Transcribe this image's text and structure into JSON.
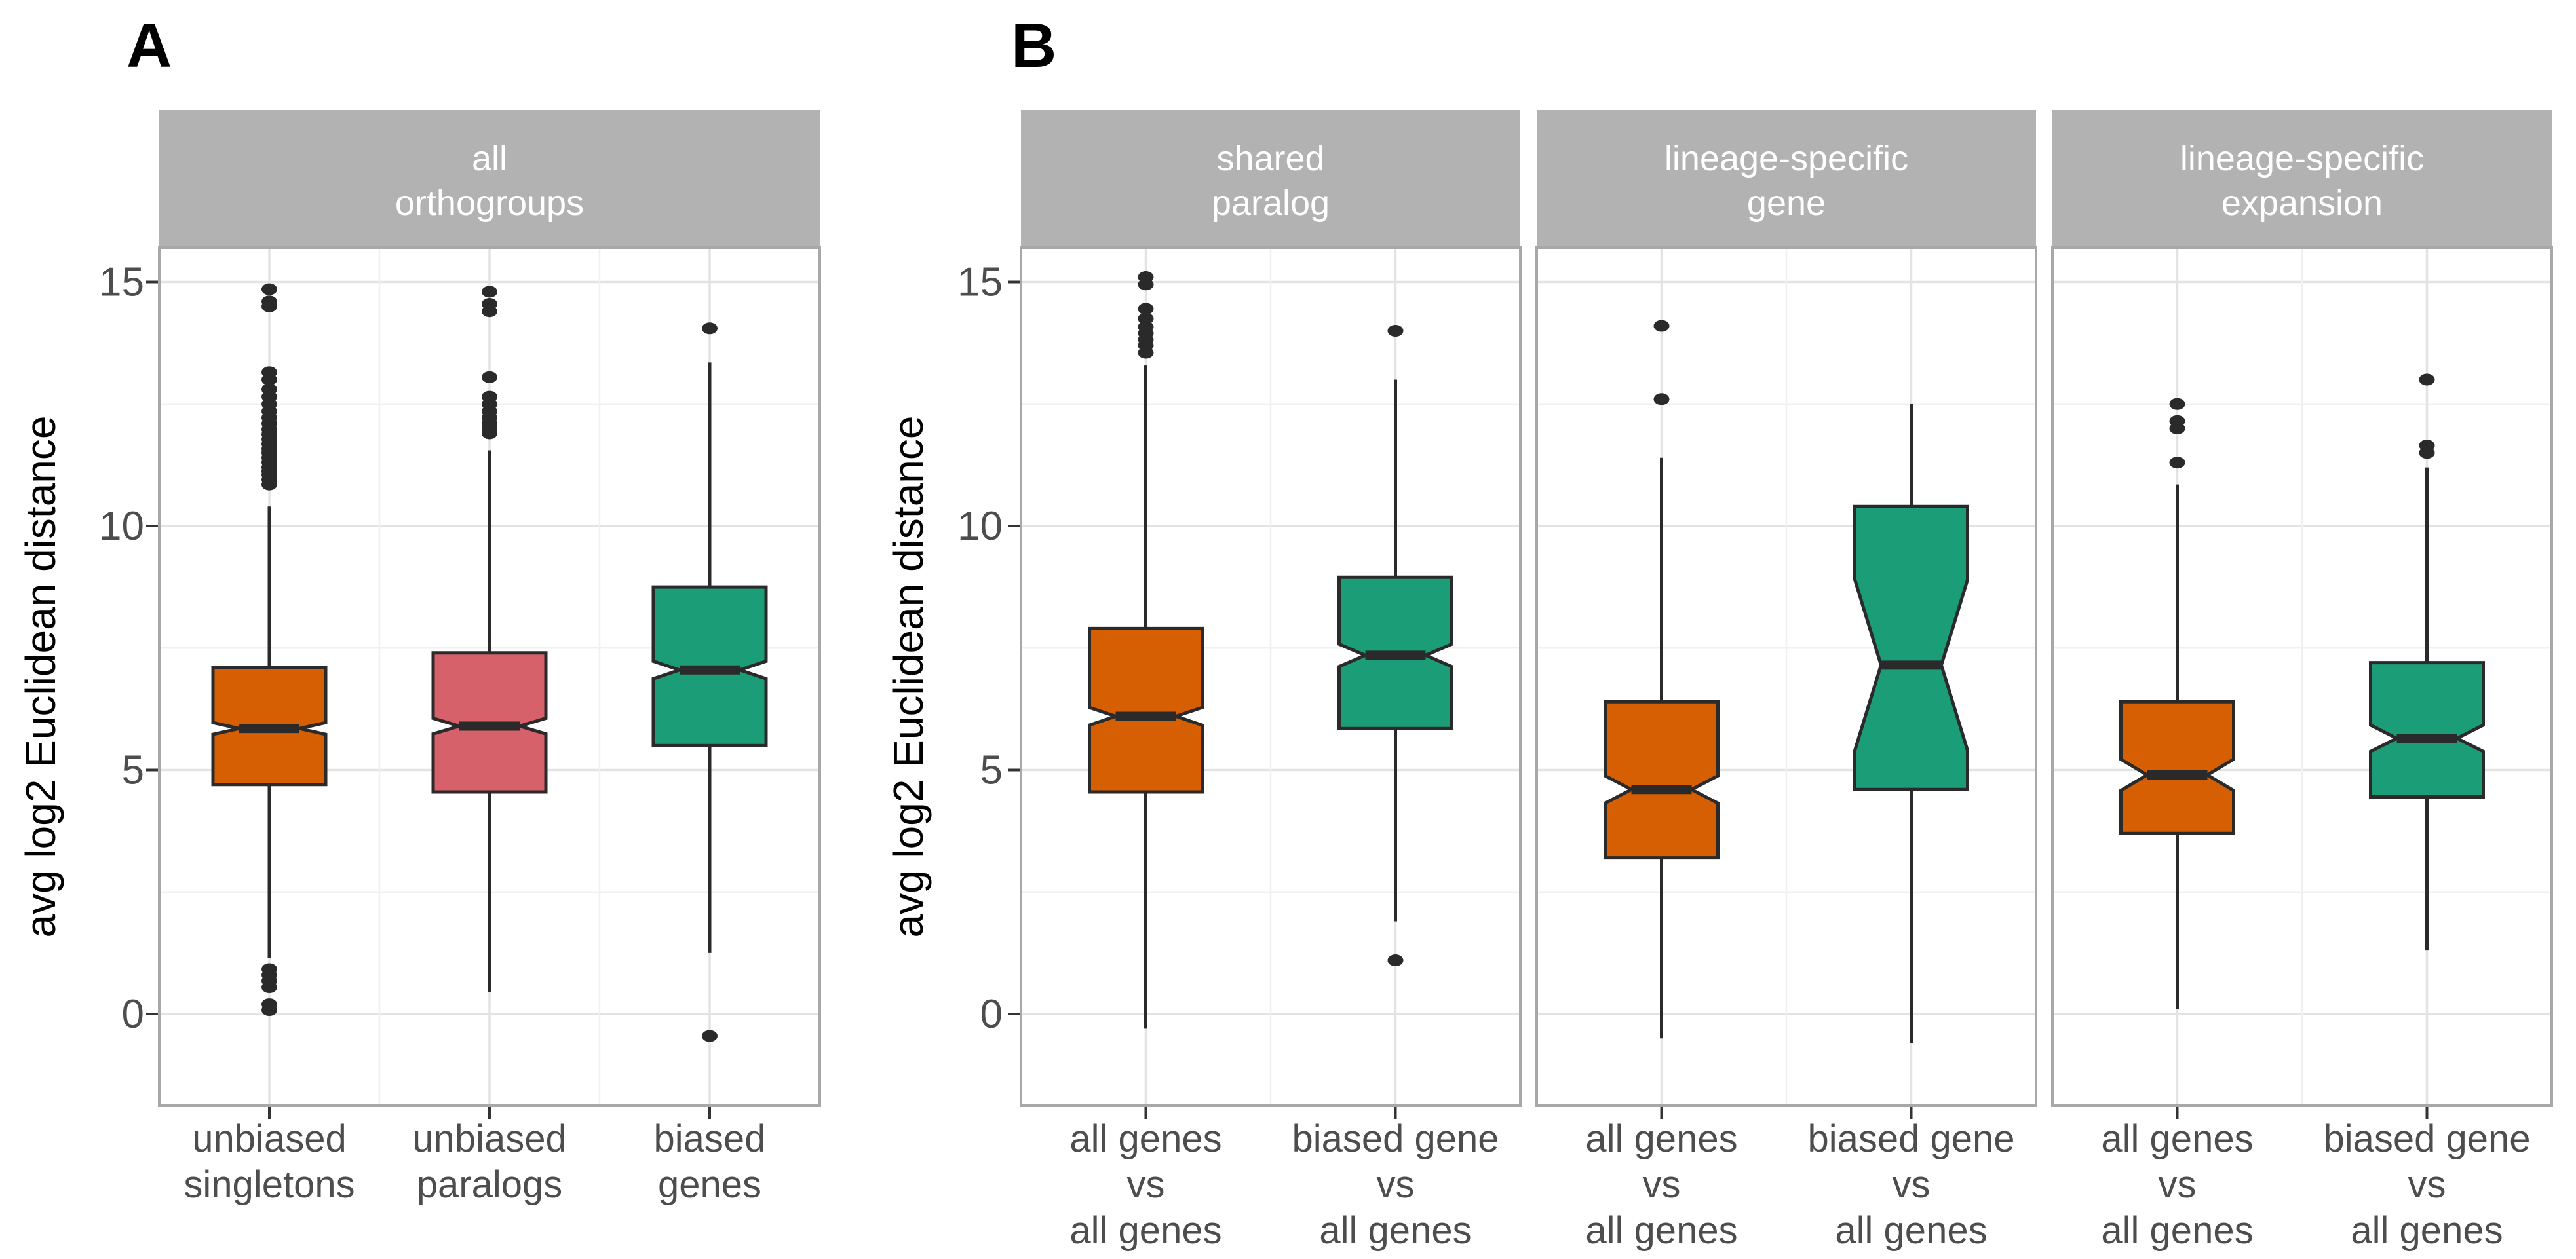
{
  "colors": {
    "background": "#FFFFFF",
    "strip_fill": "#B2B2B2",
    "strip_text": "#FFFFFF",
    "panel_border": "#A8A8A8",
    "grid_major": "#E3E3E3",
    "grid_minor": "#F0F0F0",
    "axis_text": "#4D4D4D",
    "axis_title": "#000000",
    "panel_letter": "#000000",
    "tick_mark": "#333333",
    "box_outline": "#2A2A2A",
    "median_line": "#2A2A2A",
    "outlier_dot": "#2A2A2A",
    "box": {
      "orange": "#D55F02",
      "rose": "#D6616B",
      "green": "#1B9E77"
    }
  },
  "chart_data": {
    "type": "boxplot",
    "title": "",
    "ylabel": "avg log2 Euclidean distance",
    "xlabel": "",
    "ylim": [
      -1.9,
      15.7
    ],
    "yticks": [
      0,
      5,
      10,
      15
    ],
    "yticks_minor": [
      2.5,
      7.5,
      12.5
    ],
    "grid": true,
    "notched": true,
    "panels": [
      {
        "letter": "A",
        "facets": [
          {
            "strip": [
              "all",
              "orthogroups"
            ],
            "boxes": [
              {
                "label": [
                  "unbiased",
                  "singletons"
                ],
                "color": "orange",
                "whisker_low": 1.15,
                "q1": 4.7,
                "notch_low": 5.73,
                "median": 5.85,
                "notch_high": 5.97,
                "q3": 7.1,
                "whisker_high": 10.4,
                "outliers_low": [
                  0.08,
                  0.2,
                  0.55,
                  0.68,
                  0.8,
                  0.92
                ],
                "outliers_high": [
                  10.85,
                  10.95,
                  11.05,
                  11.12,
                  11.2,
                  11.3,
                  11.4,
                  11.5,
                  11.58,
                  11.68,
                  11.78,
                  11.88,
                  11.98,
                  12.1,
                  12.22,
                  12.35,
                  12.5,
                  12.65,
                  12.8,
                  13.0,
                  13.15,
                  14.5,
                  14.6,
                  14.85
                ]
              },
              {
                "label": [
                  "unbiased",
                  "paralogs"
                ],
                "color": "rose",
                "whisker_low": 0.45,
                "q1": 4.55,
                "notch_low": 5.74,
                "median": 5.9,
                "notch_high": 6.06,
                "q3": 7.4,
                "whisker_high": 11.55,
                "outliers_low": [],
                "outliers_high": [
                  11.9,
                  12.0,
                  12.1,
                  12.22,
                  12.35,
                  12.5,
                  12.65,
                  13.05,
                  14.4,
                  14.55,
                  14.8
                ]
              },
              {
                "label": [
                  "biased",
                  "genes"
                ],
                "color": "green",
                "whisker_low": 1.25,
                "q1": 5.5,
                "notch_low": 6.87,
                "median": 7.05,
                "notch_high": 7.23,
                "q3": 8.75,
                "whisker_high": 13.35,
                "outliers_low": [
                  -0.45
                ],
                "outliers_high": [
                  14.05
                ]
              }
            ]
          }
        ]
      },
      {
        "letter": "B",
        "facets": [
          {
            "strip": [
              "shared",
              "paralog"
            ],
            "boxes": [
              {
                "label": [
                  "all genes",
                  "vs",
                  "all genes"
                ],
                "color": "orange",
                "whisker_low": -0.3,
                "q1": 4.55,
                "notch_low": 5.92,
                "median": 6.1,
                "notch_high": 6.28,
                "q3": 7.9,
                "whisker_high": 13.3,
                "outliers_low": [],
                "outliers_high": [
                  13.55,
                  13.7,
                  13.82,
                  13.95,
                  14.08,
                  14.25,
                  14.45,
                  14.95,
                  15.1
                ]
              },
              {
                "label": [
                  "biased gene",
                  "vs",
                  "all genes"
                ],
                "color": "green",
                "whisker_low": 1.9,
                "q1": 5.85,
                "notch_low": 7.12,
                "median": 7.35,
                "notch_high": 7.58,
                "q3": 8.95,
                "whisker_high": 13.0,
                "outliers_low": [
                  1.1
                ],
                "outliers_high": [
                  14.0
                ]
              }
            ]
          },
          {
            "strip": [
              "lineage-specific",
              "gene"
            ],
            "boxes": [
              {
                "label": [
                  "all genes",
                  "vs",
                  "all genes"
                ],
                "color": "orange",
                "whisker_low": -0.5,
                "q1": 3.2,
                "notch_low": 4.32,
                "median": 4.6,
                "notch_high": 4.88,
                "q3": 6.4,
                "whisker_high": 11.4,
                "outliers_low": [],
                "outliers_high": [
                  12.6,
                  14.1
                ]
              },
              {
                "label": [
                  "biased gene",
                  "vs",
                  "all genes"
                ],
                "color": "green",
                "whisker_low": -0.6,
                "q1": 4.6,
                "notch_low": 5.4,
                "median": 7.15,
                "notch_high": 8.9,
                "q3": 10.4,
                "whisker_high": 12.5,
                "outliers_low": [],
                "outliers_high": []
              }
            ]
          },
          {
            "strip": [
              "lineage-specific",
              "expansion"
            ],
            "boxes": [
              {
                "label": [
                  "all genes",
                  "vs",
                  "all genes"
                ],
                "color": "orange",
                "whisker_low": 0.1,
                "q1": 3.7,
                "notch_low": 4.58,
                "median": 4.9,
                "notch_high": 5.22,
                "q3": 6.4,
                "whisker_high": 10.85,
                "outliers_low": [],
                "outliers_high": [
                  11.3,
                  12.0,
                  12.15,
                  12.5
                ]
              },
              {
                "label": [
                  "biased gene",
                  "vs",
                  "all genes"
                ],
                "color": "green",
                "whisker_low": 1.3,
                "q1": 4.45,
                "notch_low": 5.38,
                "median": 5.65,
                "notch_high": 5.92,
                "q3": 7.2,
                "whisker_high": 11.2,
                "outliers_low": [],
                "outliers_high": [
                  11.5,
                  11.65,
                  13.0
                ]
              }
            ]
          }
        ]
      }
    ]
  }
}
